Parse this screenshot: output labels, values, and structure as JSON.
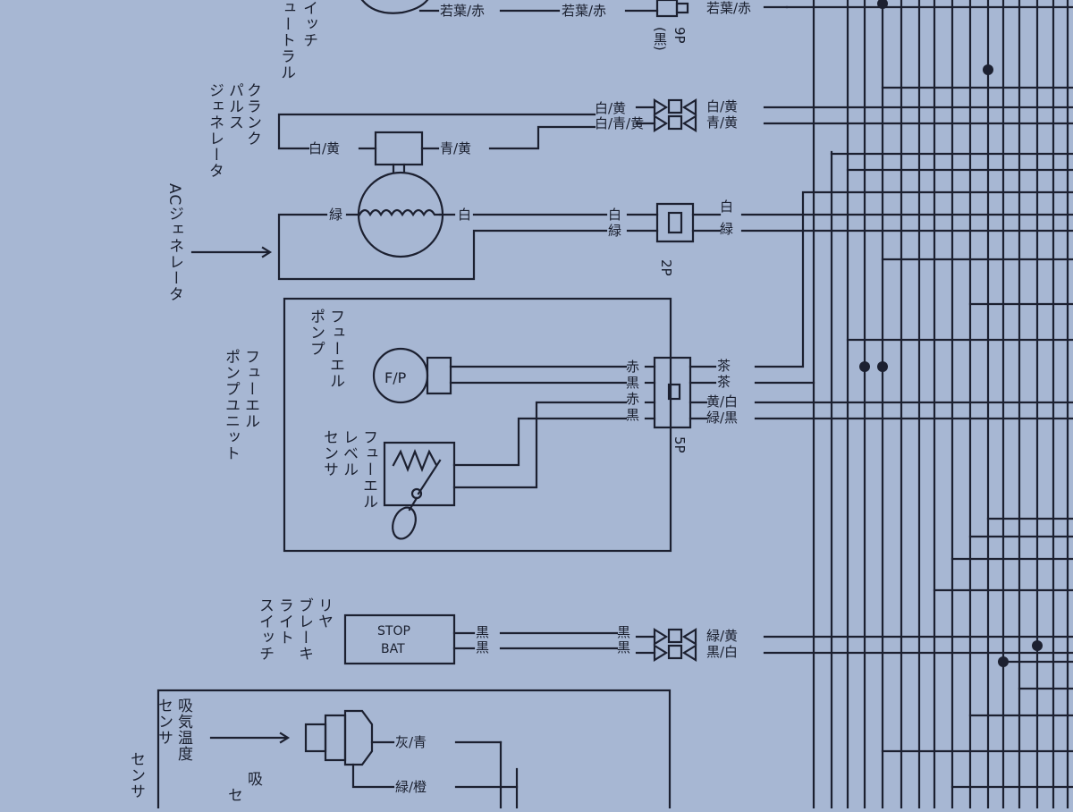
{
  "components": {
    "neutral_switch": {
      "label_line1": "ュートラル",
      "label_line2": "イッチ"
    },
    "crank_pulse": {
      "label_line1": "クランク",
      "label_line2": "パルス",
      "label_line3": "ジェネレータ"
    },
    "ac_generator": {
      "label": "ACジェネレータ"
    },
    "fuel_pump": {
      "label_line1": "フューエル",
      "label_line2": "ポンプ",
      "symbol": "F/P"
    },
    "fuel_level": {
      "label_line1": "フューエル",
      "label_line2": "レベル",
      "label_line3": "センサ"
    },
    "fuel_pump_unit": {
      "label_line1": "フューエル",
      "label_line2": "ポンプユニット"
    },
    "rear_brake_switch": {
      "label_line1": "リヤ",
      "label_line2": "ブレーキ",
      "label_line3": "ライト",
      "label_line4": "スイッチ",
      "box_line1": "STOP",
      "box_line2": "BAT"
    },
    "intake_temp_sensor": {
      "label_line1": "吸気温度",
      "label_line2": "センサ"
    },
    "partial_sensor_1": "センサ",
    "partial_sensor_2": "吸",
    "partial_sensor_3": "セ"
  },
  "connectors": {
    "c9p_label": "9P",
    "c9p_sub": "(黒)",
    "c2p_label": "2P",
    "c5p_label": "5P"
  },
  "wires": {
    "neutral_left": "若葉/赤",
    "neutral_mid": "若葉/赤",
    "neutral_right": "若葉/赤",
    "ckp_lead_left": "白/黄",
    "ckp_lead_right": "青/黄",
    "ckp_harness_1": "白/黄",
    "ckp_harness_2": "白/青/黄",
    "ckp_out_1": "白/黄",
    "ckp_out_2": "青/黄",
    "acg_lead_left": "緑",
    "acg_lead_right": "白",
    "acg_harness_1": "白",
    "acg_harness_2": "緑",
    "acg_out_1": "白",
    "acg_out_2": "緑",
    "fp_in_1": "赤",
    "fp_in_2": "黒",
    "fp_in_3": "赤",
    "fp_in_4": "黒",
    "fp_out_1": "茶",
    "fp_out_2": "茶",
    "fp_out_3": "黄/白",
    "fp_out_4": "緑/黒",
    "brk_lead_1": "黒",
    "brk_lead_2": "黒",
    "brk_harness_1": "黒",
    "brk_harness_2": "黒",
    "brk_out_1": "緑/黄",
    "brk_out_2": "黒/白",
    "iat_1": "灰/青",
    "iat_2": "緑/橙"
  }
}
